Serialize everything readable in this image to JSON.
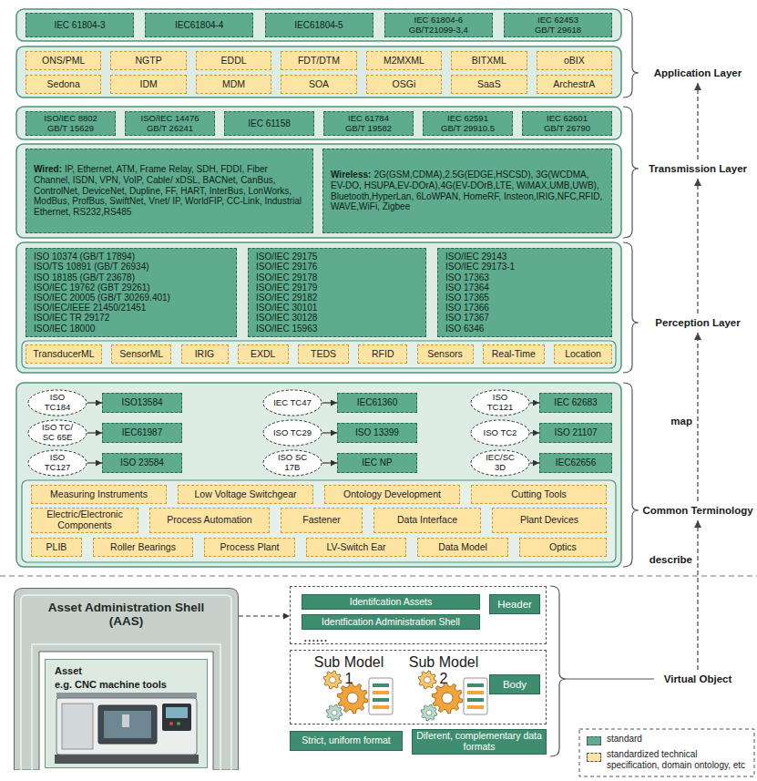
{
  "diagram": {
    "nodes": [
      {
        "text": [
          "IEC 61804-3"
        ]
      },
      {
        "text": [
          "IEC61804-4"
        ]
      },
      {
        "text": [
          "IEC61804-5"
        ]
      },
      {
        "text": [
          "IEC 61804-6",
          "GB/T21099-3,4"
        ]
      },
      {
        "text": [
          "IEC 62453",
          "GB/T 29618"
        ]
      },
      {
        "text": [
          "ONS/PML"
        ]
      },
      {
        "text": [
          "NGTP"
        ]
      },
      {
        "text": [
          "EDDL"
        ]
      },
      {
        "text": [
          "FDT/DTM"
        ]
      },
      {
        "text": [
          "M2MXML"
        ]
      },
      {
        "text": [
          "BITXML"
        ]
      },
      {
        "text": [
          "oBIX"
        ]
      },
      {
        "text": [
          "Sedona"
        ]
      },
      {
        "text": [
          "IDM"
        ]
      },
      {
        "text": [
          "MDM"
        ]
      },
      {
        "text": [
          "SOA"
        ]
      },
      {
        "text": [
          "OSGi"
        ]
      },
      {
        "text": [
          "SaaS"
        ]
      },
      {
        "text": [
          "ArchestrA"
        ]
      },
      {
        "text": [
          "ISO/IEC 8802",
          "GB/T 15629"
        ]
      },
      {
        "text": [
          "ISO/IEC 14476",
          "GB/T 26241"
        ]
      },
      {
        "text": [
          "IEC 61158"
        ]
      },
      {
        "text": [
          "IEC 61784",
          "GB/T 19582"
        ]
      },
      {
        "text": [
          "IEC 62591",
          "GB/T 29910.5"
        ]
      },
      {
        "text": [
          "IEC 62601",
          "GB/T 26790"
        ]
      },
      {
        "text": [
          "Wired:",
          "IP, Ethernet, ATM, Frame Relay, SDH, FDDI, Fiber Channel, ISDN, VPN, VoIP, Cable/ xDSL, BACNet, CanBus, ControlNet, DeviceNet, Dupline, FF, HART, InterBus, LonWorks, ModBus, ProfBus, SwiftNet, Vnet/ IP, WorldFIP, CC-Link, Industrial Ethernet, RS232,RS485"
        ]
      },
      {
        "text": [
          "Wireless:",
          "2G(GSM,CDMA),2.5G(EDGE,HSCSD), 3G(WCDMA, EV-DO, HSUPA,EV-DOrA),4G(EV-DOrB,LTE, WiMAX,UMB,UWB), Bluetooth,HyperLan, 6LoWPAN, HomeRF, Insteon,IRIG,NFC,RFID, WAVE,WiFi, Zigbee"
        ]
      },
      {
        "text": [
          "ISO 10374 (GB/T 17894)",
          "ISO/TS 10891 (GB/T 26934)",
          "ISO 18185 (GB/T 23678)",
          "ISO/IEC 19762 (GBT 29261)",
          "ISO/IEC 20005 (GB/T 30269.401)",
          "ISO/IEC/IEEE 21450/21451",
          "ISO/IEC TR 29172",
          "ISO/IEC 18000"
        ]
      },
      {
        "text": [
          "ISO/IEC 29175",
          "ISO/IEC 29176",
          "ISO/IEC 29178",
          "ISO/IEC 29179",
          "ISO/IEC 29182",
          "ISO/IEC 30101",
          "ISO/IEC 30128",
          "ISO/IEC 15963"
        ]
      },
      {
        "text": [
          "ISO/IEC 29143",
          "ISO/IEC 29173-1",
          "ISO 17363",
          "ISO 17364",
          "ISO 17365",
          "ISO 17366",
          "ISO 17367",
          "ISO 6346"
        ]
      },
      {
        "text": [
          "TransducerML"
        ]
      },
      {
        "text": [
          "SensorML"
        ]
      },
      {
        "text": [
          "IRIG"
        ]
      },
      {
        "text": [
          "EXDL"
        ]
      },
      {
        "text": [
          "TEDS"
        ]
      },
      {
        "text": [
          "RFID"
        ]
      },
      {
        "text": [
          "Sensors"
        ]
      },
      {
        "text": [
          "Real-Time"
        ]
      },
      {
        "text": [
          "Location"
        ]
      },
      {
        "text": [
          "ISO TC184"
        ]
      },
      {
        "text": [
          "ISO13584"
        ]
      },
      {
        "text": [
          "IEC TC47"
        ]
      },
      {
        "text": [
          "IEC61360"
        ]
      },
      {
        "text": [
          "ISO TC121"
        ]
      },
      {
        "text": [
          "IEC 62683"
        ]
      },
      {
        "text": [
          "ISO TC/ SC 65E"
        ]
      },
      {
        "text": [
          "IEC61987"
        ]
      },
      {
        "text": [
          "ISO TC29"
        ]
      },
      {
        "text": [
          "ISO 13399"
        ]
      },
      {
        "text": [
          "ISO TC2"
        ]
      },
      {
        "text": [
          "ISO 21107"
        ]
      },
      {
        "text": [
          "ISO TC127"
        ]
      },
      {
        "text": [
          "ISO 23584"
        ]
      },
      {
        "text": [
          "ISO SC 17B"
        ]
      },
      {
        "text": [
          "IEC NP"
        ]
      },
      {
        "text": [
          "IEC/SC 3D"
        ]
      },
      {
        "text": [
          "IEC62656"
        ]
      },
      {
        "text": [
          "Measuring Instruments"
        ]
      },
      {
        "text": [
          "Low Voltage Switchgear"
        ]
      },
      {
        "text": [
          "Ontology Development"
        ]
      },
      {
        "text": [
          "Cutting Tools"
        ]
      },
      {
        "text": [
          "Electric/Electronic Components"
        ]
      },
      {
        "text": [
          "Process Automation"
        ]
      },
      {
        "text": [
          "Fastener"
        ]
      },
      {
        "text": [
          "Data Interface"
        ]
      },
      {
        "text": [
          "Plant Devices"
        ]
      },
      {
        "text": [
          "PLIB"
        ]
      },
      {
        "text": [
          "Roller Bearings"
        ]
      },
      {
        "text": [
          "Process Plant"
        ]
      },
      {
        "text": [
          "LV-Switch Ear"
        ]
      },
      {
        "text": [
          "Data Model"
        ]
      },
      {
        "text": [
          "Optics"
        ]
      },
      {
        "text": [
          "Asset Administration Shell (AAS)"
        ]
      },
      {
        "text": [
          "Asset",
          "e.g. CNC machine tools"
        ],
        "in": 72
      },
      {
        "text": [
          "......"
        ]
      },
      {
        "text": [
          "Identifcation Assets"
        ],
        "in": 74
      },
      {
        "text": [
          "Identfication Administration Shell"
        ],
        "in": 74
      },
      {
        "text": [
          "Header"
        ],
        "in": 74
      },
      {
        "text": [
          "Sub Model 1",
          "Sub Model 2"
        ]
      },
      {
        "text": [
          "Body"
        ],
        "in": 78
      },
      {
        "text": [
          "Strict, uniform format"
        ]
      },
      {
        "text": [
          "Diferent, complementary data formats"
        ]
      }
    ],
    "edges": [
      {
        "from": 39,
        "to": 40,
        "arrow": "to"
      },
      {
        "from": 41,
        "to": 42,
        "arrow": "to"
      },
      {
        "from": 43,
        "to": 44,
        "arrow": "to"
      },
      {
        "from": 45,
        "to": 46,
        "arrow": "to"
      },
      {
        "from": 47,
        "to": 48,
        "arrow": "to"
      },
      {
        "from": 49,
        "to": 50,
        "arrow": "to"
      },
      {
        "from": 51,
        "to": 52,
        "arrow": "to"
      },
      {
        "from": 53,
        "to": 54,
        "arrow": "to"
      },
      {
        "from": 55,
        "to": 56,
        "arrow": "to"
      },
      {
        "from": 72,
        "to": 74,
        "arrow": "to"
      }
    ],
    "labels": [
      "Application Layer",
      "Transmission Layer",
      "Perception Layer",
      "map",
      "Common Terminology",
      "describe",
      "Virtual Object"
    ],
    "legend": [
      {
        "text": "standard",
        "color": "#5fab8f"
      },
      {
        "text": "standardized technical specification, domain ontology, etc",
        "color": "#fde4a3"
      }
    ]
  }
}
